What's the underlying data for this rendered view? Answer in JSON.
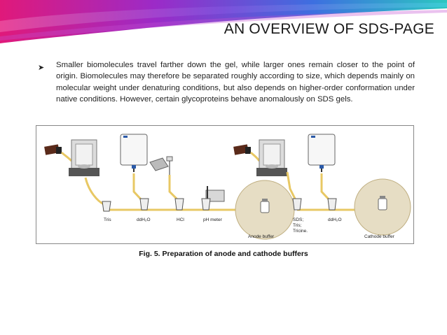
{
  "slide": {
    "title": "AN OVERVIEW OF SDS-PAGE",
    "bullet_icon": "arrow-bullet-icon",
    "bullet_text": "Smaller biomolecules travel farther down the gel, while larger ones remain closer to the point of origin. Biomolecules may therefore be separated roughly according to size, which depends mainly on molecular weight under denaturing conditions, but also depends on higher-order conformation under native conditions. However, certain glycoproteins behave anomalously on SDS gels.",
    "colors": {
      "banner_pink": "#e0197a",
      "banner_purple": "#7a2ad0",
      "banner_blue": "#1fa0e0",
      "banner_teal": "#2cc7c0",
      "flow_arrow": "#e8c864",
      "buffer_disc": "#e6ddc4"
    }
  },
  "figure": {
    "caption": "Fig. 5. Preparation of anode and cathode buffers",
    "labels": {
      "tris": "Tris",
      "ddh2o_1": "ddH₂O",
      "hcl": "HCl",
      "ph_meter": "pH meter",
      "anode_buffer": "Anode buffer",
      "sds": "SDS;",
      "tris2": "Tris;",
      "tricine": "Tricine.",
      "ddh2o_2": "ddH₂O",
      "cathode_buffer": "Cathode buffer"
    }
  }
}
